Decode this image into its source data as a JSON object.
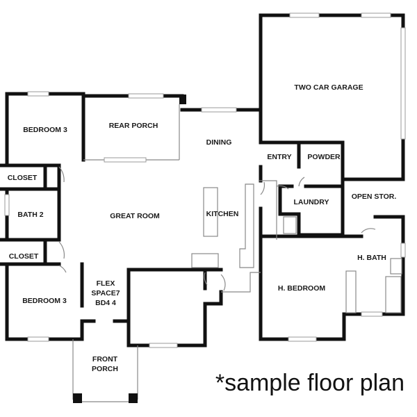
{
  "rooms": {
    "two_car_garage": "TWO CAR GARAGE",
    "bedroom_top": "BEDROOM 3",
    "rear_porch": "REAR PORCH",
    "dining": "DINING",
    "entry": "ENTRY",
    "powder": "POWDER",
    "closet_top": "CLOSET",
    "laundry": "LAUNDRY",
    "open_stor": "OPEN STOR.",
    "bath_2": "BATH 2",
    "great_room": "GREAT ROOM",
    "kitchen": "KITCHEN",
    "closet_bottom": "CLOSET",
    "h_bath": "H. BATH",
    "flex_line1": "FLEX",
    "flex_line2": "SPACE7",
    "flex_line3": "BD4 4",
    "h_bedroom": "H. BEDROOM",
    "bedroom_bottom": "BEDROOM 3",
    "front_porch_line1": "FRONT",
    "front_porch_line2": "PORCH"
  },
  "note": "*sample floor plan"
}
